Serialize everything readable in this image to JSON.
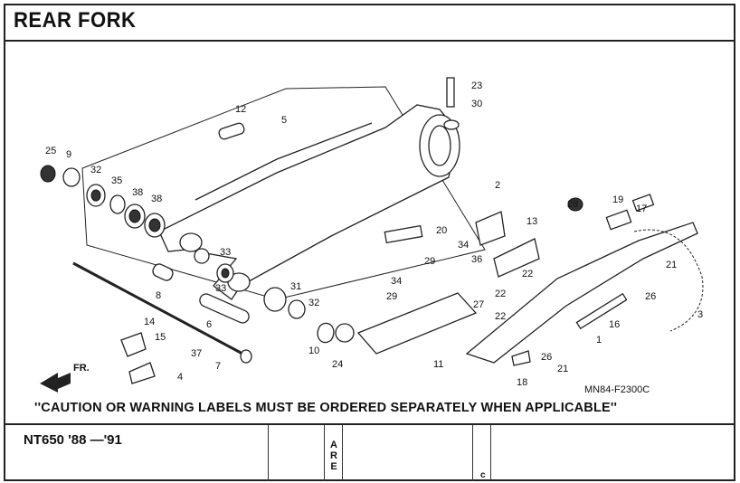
{
  "header": {
    "title": "REAR FORK"
  },
  "diagram": {
    "code": "MN84-F2300C",
    "direction_label": "FR.",
    "callouts": [
      {
        "label": "1"
      },
      {
        "label": "2"
      },
      {
        "label": "3"
      },
      {
        "label": "4"
      },
      {
        "label": "5"
      },
      {
        "label": "6"
      },
      {
        "label": "7"
      },
      {
        "label": "8"
      },
      {
        "label": "9"
      },
      {
        "label": "10"
      },
      {
        "label": "11"
      },
      {
        "label": "12"
      },
      {
        "label": "13"
      },
      {
        "label": "14"
      },
      {
        "label": "15"
      },
      {
        "label": "16"
      },
      {
        "label": "17"
      },
      {
        "label": "18"
      },
      {
        "label": "19"
      },
      {
        "label": "20"
      },
      {
        "label": "21"
      },
      {
        "label": "21"
      },
      {
        "label": "22"
      },
      {
        "label": "22"
      },
      {
        "label": "22"
      },
      {
        "label": "23"
      },
      {
        "label": "24"
      },
      {
        "label": "25"
      },
      {
        "label": "26"
      },
      {
        "label": "26"
      },
      {
        "label": "27"
      },
      {
        "label": "28"
      },
      {
        "label": "29"
      },
      {
        "label": "29"
      },
      {
        "label": "30"
      },
      {
        "label": "31"
      },
      {
        "label": "32"
      },
      {
        "label": "32"
      },
      {
        "label": "33"
      },
      {
        "label": "33"
      },
      {
        "label": "34"
      },
      {
        "label": "34"
      },
      {
        "label": "35"
      },
      {
        "label": "36"
      },
      {
        "label": "37"
      },
      {
        "label": "38"
      },
      {
        "label": "38"
      }
    ],
    "caution_note": "''CAUTION OR WARNING LABELS MUST BE ORDERED SEPARATELY WHEN APPLICABLE''"
  },
  "footer": {
    "model": "NT650 '88 —'91",
    "vertical_code": [
      "A",
      "R",
      "E"
    ],
    "corner_mark": "c"
  }
}
